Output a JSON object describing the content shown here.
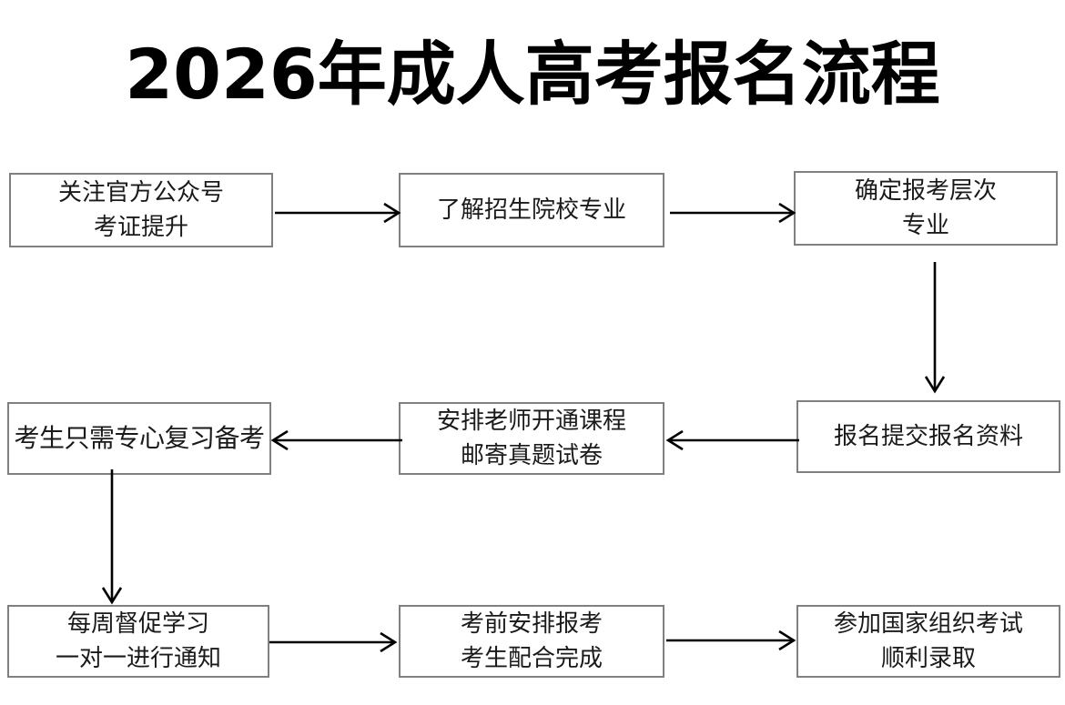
{
  "page": {
    "title": "2026年成人高考报名流程",
    "background_color": "#ffffff",
    "box_border_color": "#808080",
    "arrow_color": "#000000",
    "text_color": "#1a1a1a"
  },
  "flow": {
    "nodes": [
      {
        "id": "node-1",
        "line1": "关注官方公众号",
        "line2": "考证提升"
      },
      {
        "id": "node-2",
        "line1": "了解招生院校专业",
        "line2": ""
      },
      {
        "id": "node-3",
        "line1": "确定报考层次",
        "line2": "专业"
      },
      {
        "id": "node-4",
        "line1": "考生只需专心复习备考",
        "line2": ""
      },
      {
        "id": "node-5",
        "line1": "安排老师开通课程",
        "line2": "邮寄真题试卷"
      },
      {
        "id": "node-6",
        "line1": "报名提交报名资料",
        "line2": ""
      },
      {
        "id": "node-7",
        "line1": "每周督促学习",
        "line2": "一对一进行通知"
      },
      {
        "id": "node-8",
        "line1": "考前安排报考",
        "line2": "考生配合完成"
      },
      {
        "id": "node-9",
        "line1": "参加国家组织考试",
        "line2": "顺利录取"
      }
    ],
    "connectors": [
      {
        "id": "arrow-1",
        "from": "node-1",
        "to": "node-2",
        "direction": "right"
      },
      {
        "id": "arrow-2",
        "from": "node-2",
        "to": "node-3",
        "direction": "right"
      },
      {
        "id": "arrow-3",
        "from": "node-3",
        "to": "node-6",
        "direction": "down"
      },
      {
        "id": "arrow-4",
        "from": "node-6",
        "to": "node-5",
        "direction": "left"
      },
      {
        "id": "arrow-5",
        "from": "node-5",
        "to": "node-4",
        "direction": "left"
      },
      {
        "id": "arrow-6",
        "from": "node-4",
        "to": "node-7",
        "direction": "down"
      },
      {
        "id": "arrow-7",
        "from": "node-7",
        "to": "node-8",
        "direction": "right"
      },
      {
        "id": "arrow-8",
        "from": "node-8",
        "to": "node-9",
        "direction": "right"
      }
    ]
  }
}
